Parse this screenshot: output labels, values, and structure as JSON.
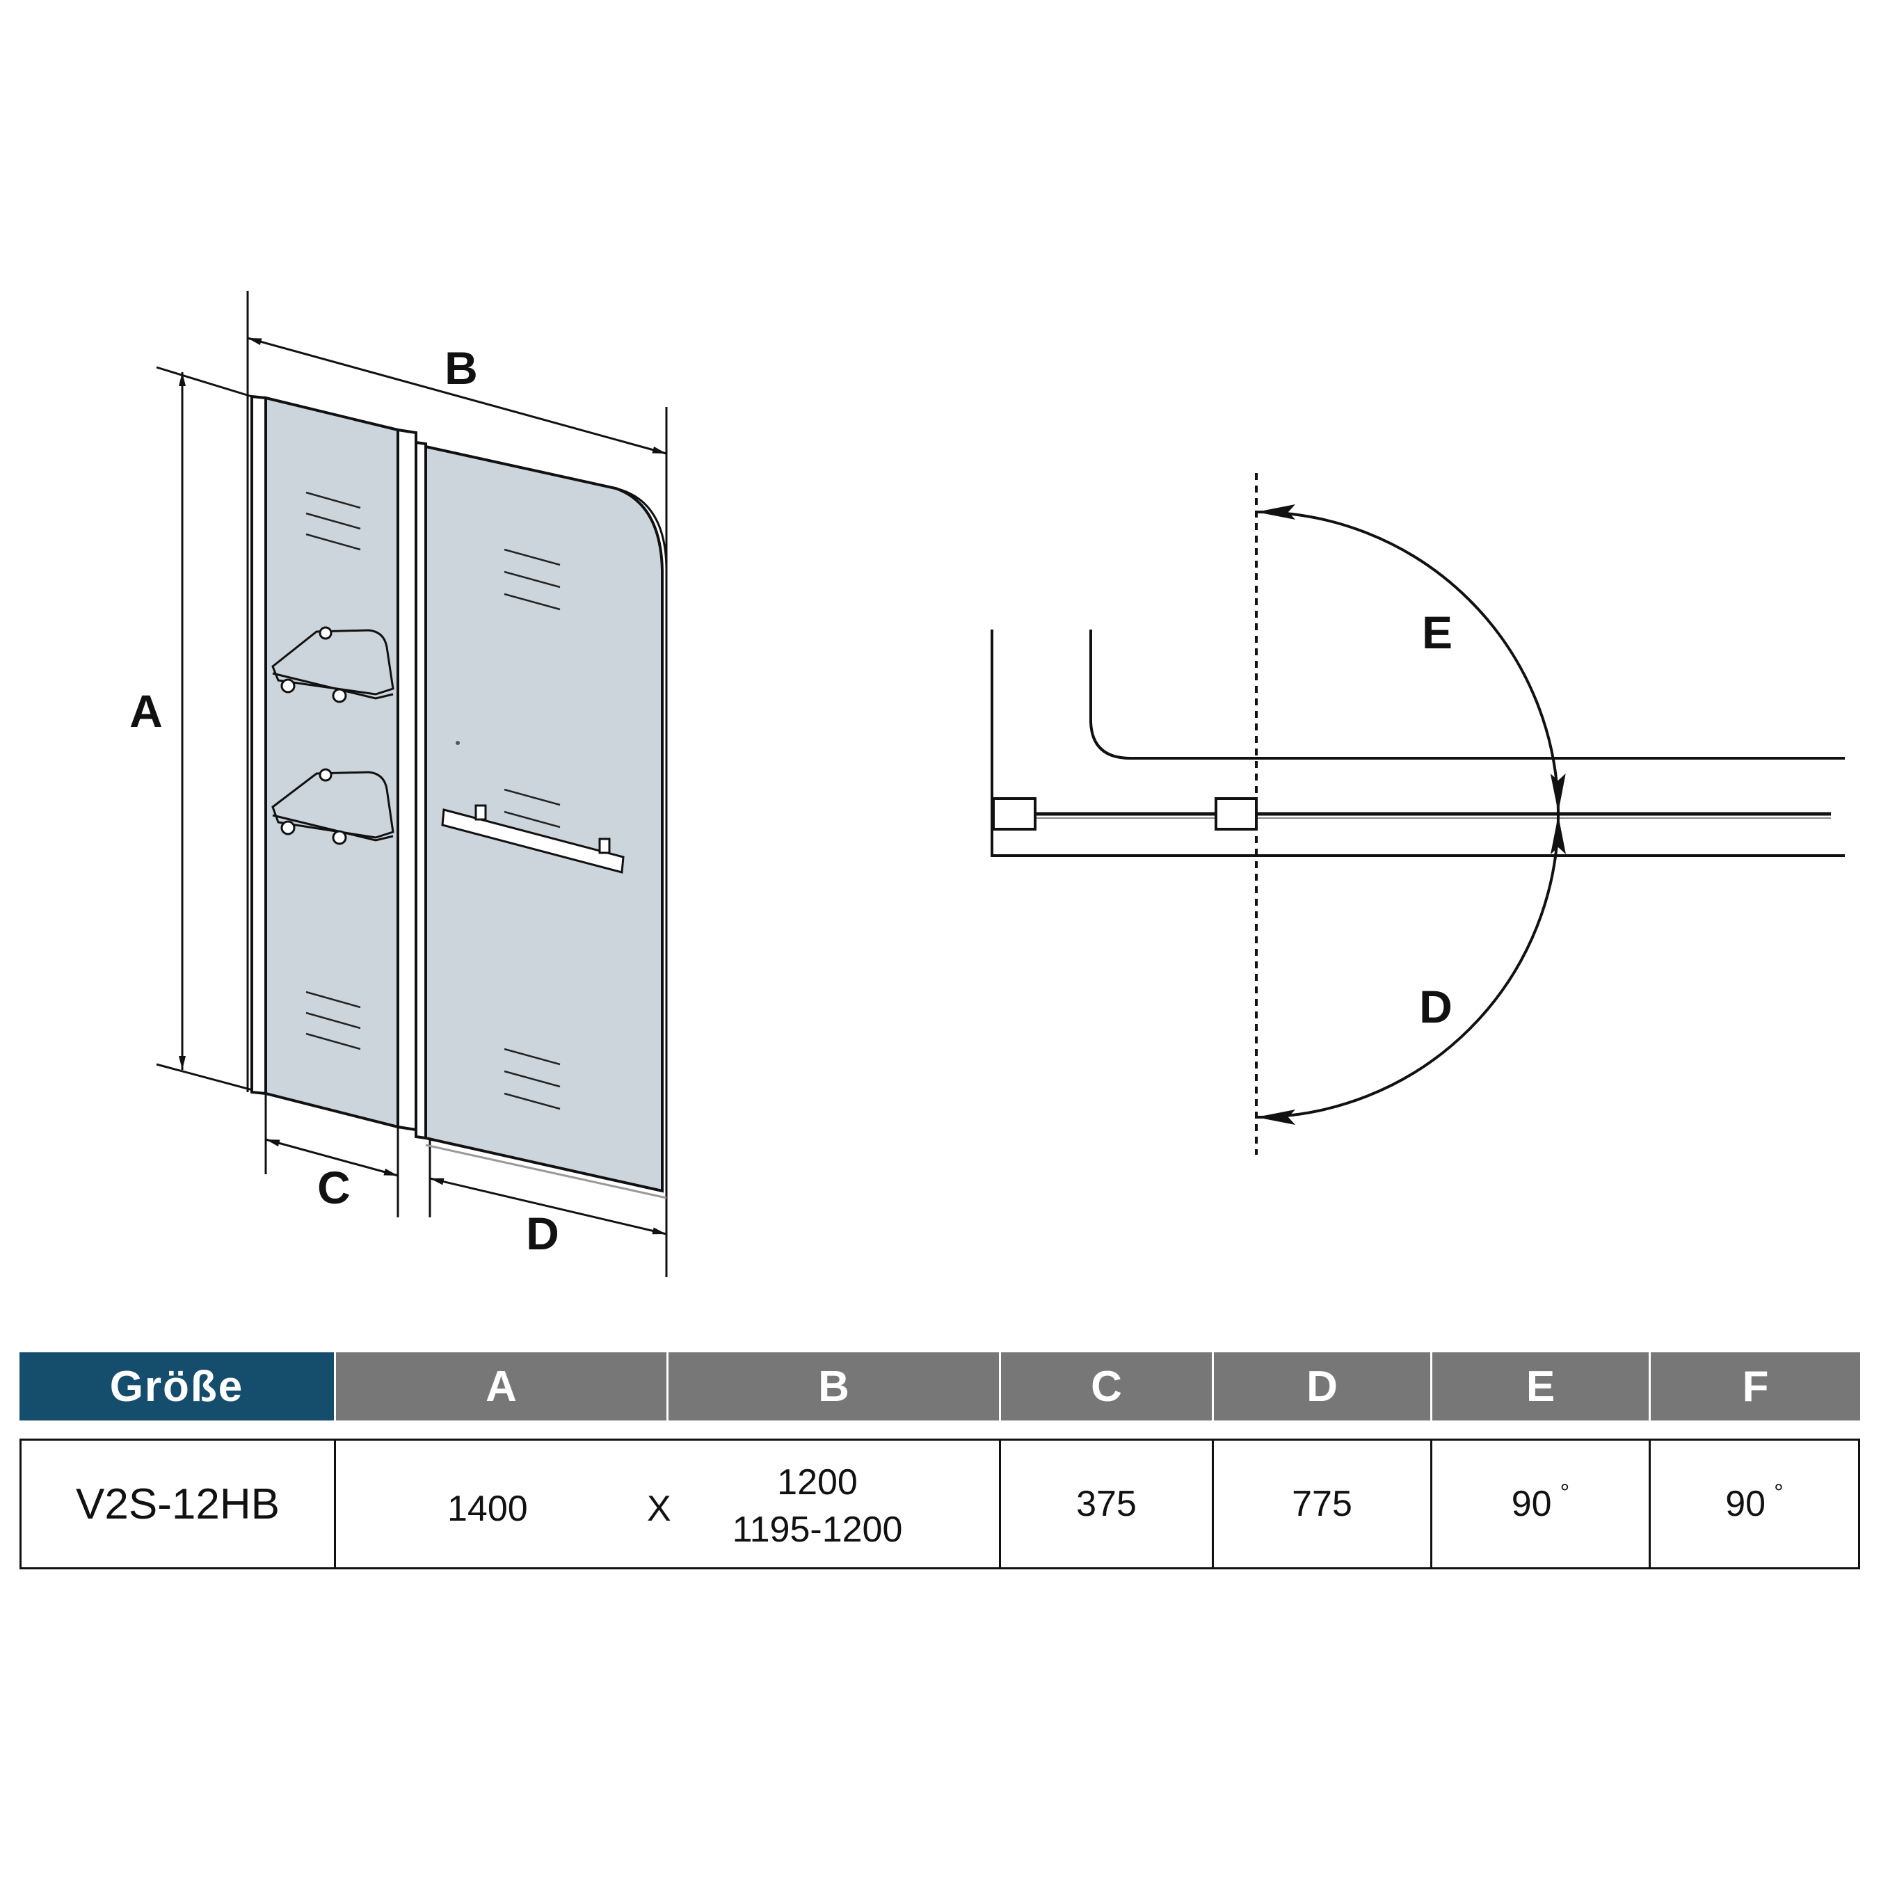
{
  "colors": {
    "glass": "#cdd5dc",
    "line": "#111111",
    "header_first_bg": "#154e6c",
    "header_bg": "#777777",
    "header_text": "#ffffff"
  },
  "front_view": {
    "dim_a": "A",
    "dim_b": "B",
    "dim_c": "C",
    "dim_d": "D"
  },
  "top_view": {
    "angle_e": "E",
    "angle_d": "D"
  },
  "table": {
    "headers": [
      "Größe",
      "A",
      "B",
      "C",
      "D",
      "E",
      "F"
    ],
    "row": {
      "model": "V2S-12HB",
      "a": "1400",
      "x": "X",
      "b_line1": "1200",
      "b_line2": "1195-1200",
      "c": "375",
      "d": "775",
      "e": "90",
      "e_unit": "°",
      "f": "90",
      "f_unit": "°"
    }
  }
}
